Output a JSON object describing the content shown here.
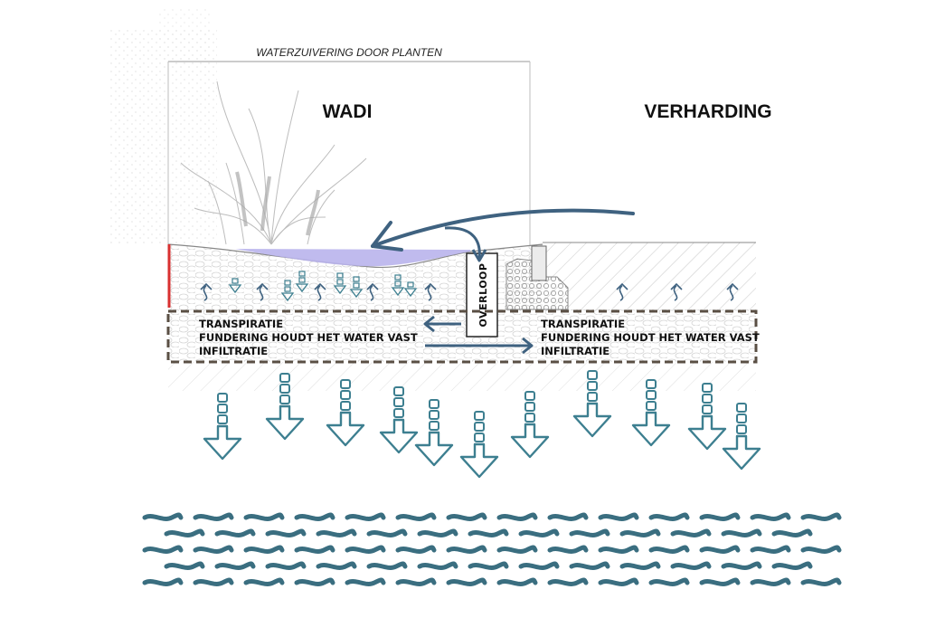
{
  "header": {
    "caption": "WATERZUIVERING DOOR PLANTEN"
  },
  "zones": {
    "wadi": "WADI",
    "verharding": "VERHARDING"
  },
  "overflow_label": "OVERLOOP",
  "left_layer_labels": {
    "line1": "TRANSPIRATIE",
    "line2": "FUNDERING HOUDT HET WATER VAST",
    "line3": "INFILTRATIE"
  },
  "right_layer_labels": {
    "line1": "TRANSPIRATIE",
    "line2": "FUNDERING HOUDT HET WATER VAST",
    "line3": "INFILTRATIE"
  },
  "colors": {
    "arrow_dark": "#3f6280",
    "infiltration_teal": "#3d7f90",
    "groundwater": "#3a6e80",
    "pond": "#b9b4ec",
    "edge_red": "#d83030"
  }
}
